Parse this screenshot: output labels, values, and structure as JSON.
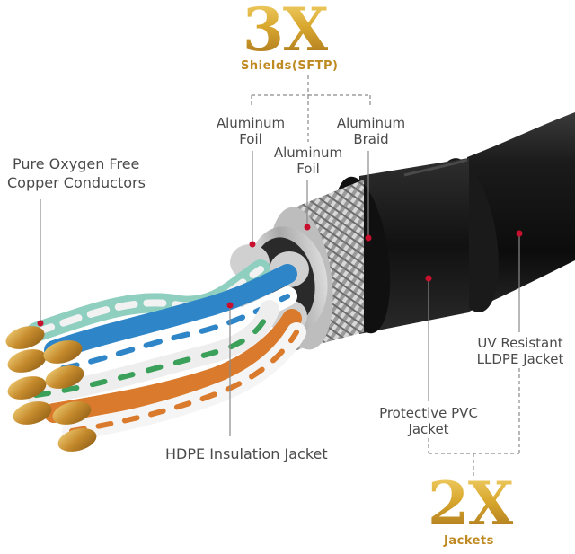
{
  "badge_top": {
    "number": "3X",
    "caption": "Shields(SFTP)"
  },
  "badge_bottom": {
    "number": "2X",
    "caption": "Jackets"
  },
  "labels": {
    "copper": [
      "Pure Oxygen Free",
      "Copper Conductors"
    ],
    "foil_outer": [
      "Aluminum",
      "Foil"
    ],
    "foil_inner": [
      "Aluminum",
      "Foil"
    ],
    "braid": [
      "Aluminum",
      "Braid"
    ],
    "uv_jacket": [
      "UV Resistant",
      "LLDPE Jacket"
    ],
    "pvc_jacket": [
      "Protective PVC",
      "Jacket"
    ],
    "hdpe": "HDPE Insulation Jacket"
  },
  "colors": {
    "gold": "#c79a2a",
    "marker_red": "#c8102e",
    "leader_gray": "#8a8a8a",
    "jacket_black": "#151515"
  }
}
